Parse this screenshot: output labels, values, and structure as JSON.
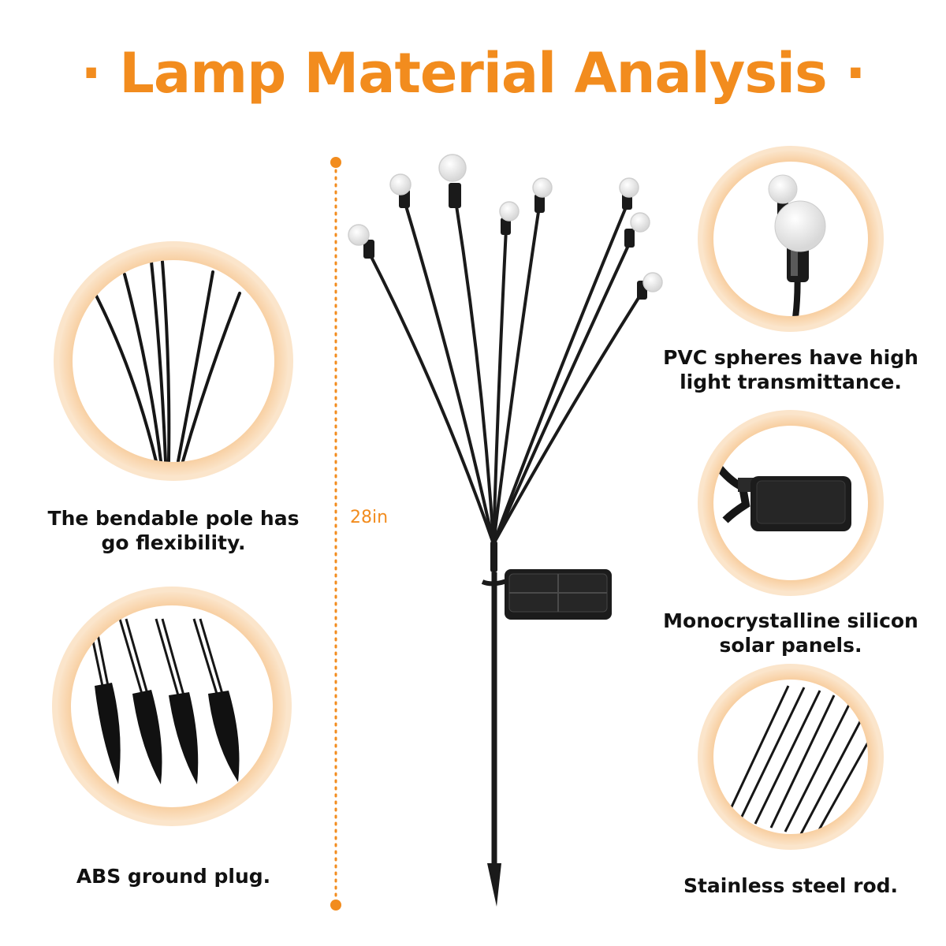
{
  "header": {
    "title": "· Lamp Material Analysis ·"
  },
  "dimension": {
    "height_label": "28in"
  },
  "features": {
    "pole": {
      "caption_line1": "The bendable pole has",
      "caption_line2": "go flexibility."
    },
    "ground_plug": {
      "caption": "ABS ground plug."
    },
    "spheres": {
      "caption_line1": "PVC spheres have high",
      "caption_line2": "light transmittance."
    },
    "solar": {
      "caption_line1": "Monocrystalline silicon",
      "caption_line2": "solar panels."
    },
    "rod": {
      "caption": "Stainless steel rod."
    }
  },
  "colors": {
    "accent": "#f28c1e",
    "ring_inner": "#f6c289",
    "text": "#111111",
    "lamp": "#1a1a1a"
  },
  "icons": [
    "flexible-pole-icon",
    "ground-plug-icon",
    "pvc-sphere-icon",
    "solar-panel-icon",
    "steel-rod-icon",
    "firework-lamp-illustration"
  ]
}
